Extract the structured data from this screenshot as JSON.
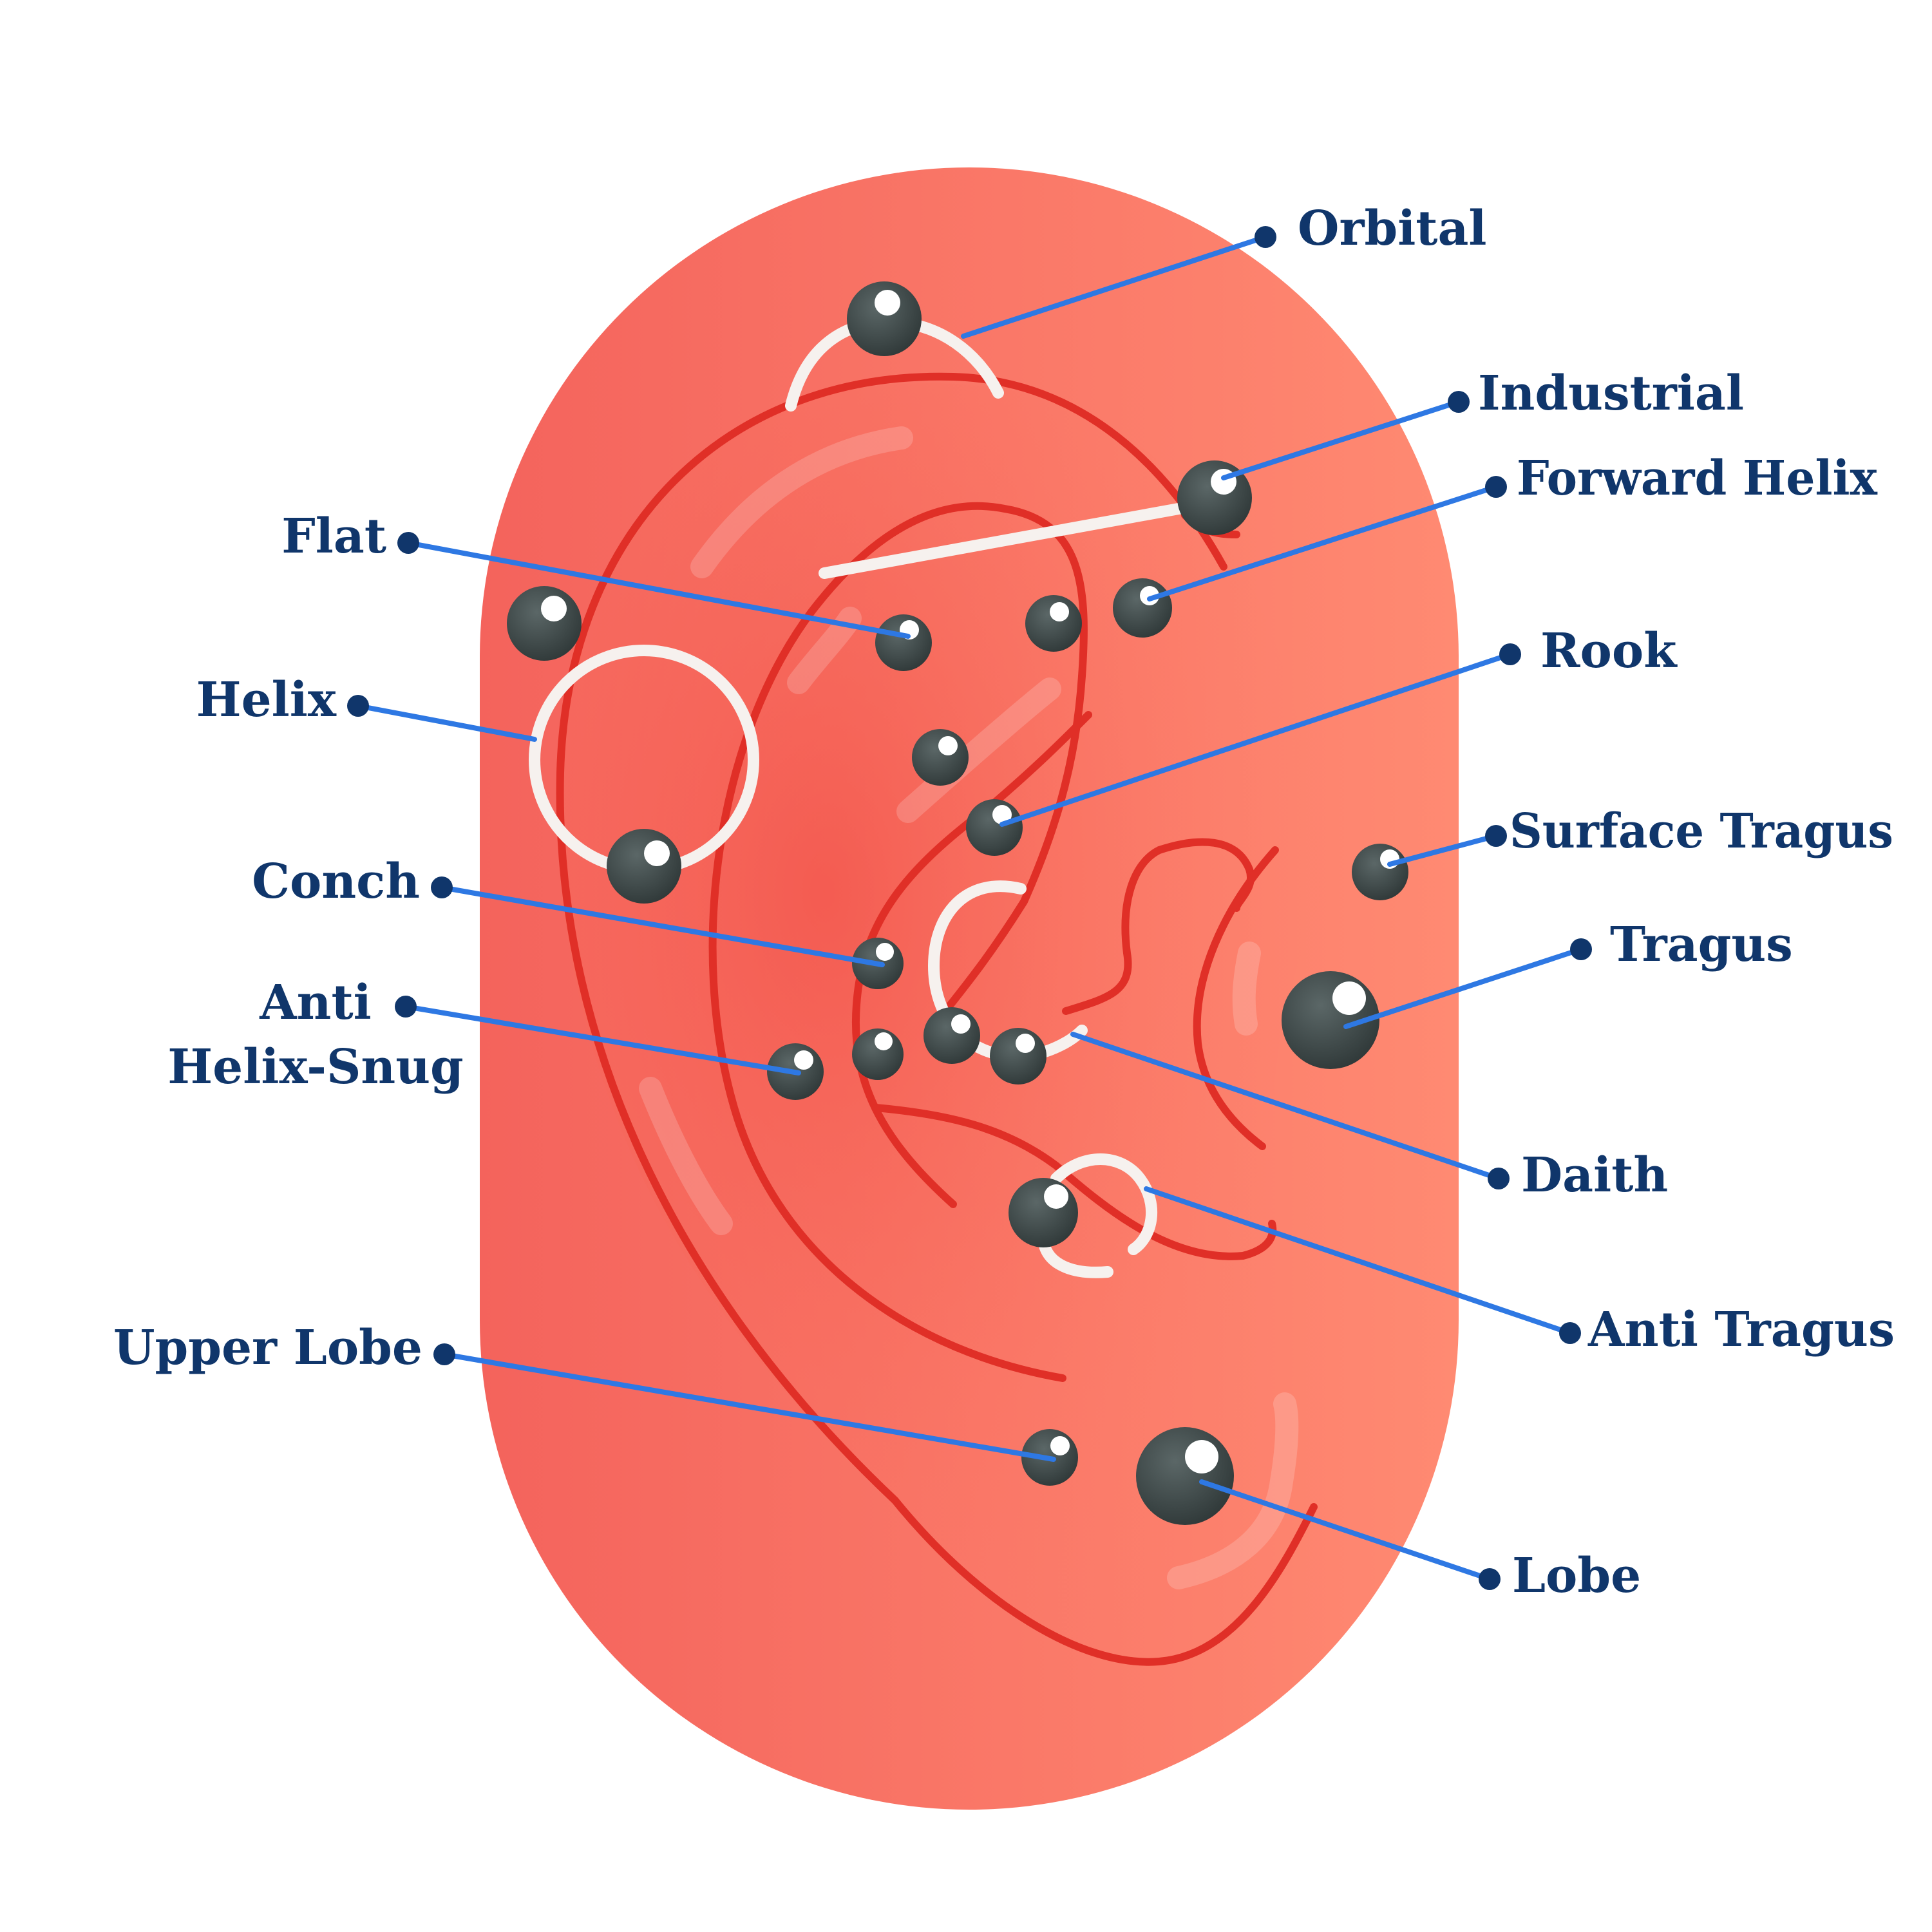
{
  "colors": {
    "background": "#ffffff",
    "skin_left": "#f4635c",
    "skin_right": "#ff8a72",
    "ear_outline": "#e02f27",
    "jewelry_ball": "#414c4c",
    "jewelry_highlight": "#ffffff",
    "ring": "#f6f1ee",
    "leader_line": "#2e78e3",
    "label_text": "#10366b"
  },
  "labels": {
    "orbital": "Orbital",
    "industrial": "Industrial",
    "forward_helix": "Forward Helix",
    "flat": "Flat",
    "helix": "Helix",
    "rook": "Rook",
    "surface_tragus": "Surface Tragus",
    "conch": "Conch",
    "tragus": "Tragus",
    "anti_helix_snug_line1": "Anti",
    "anti_helix_snug_line2": "Helix-Snug",
    "daith": "Daith",
    "anti_tragus": "Anti Tragus",
    "upper_lobe": "Upper Lobe",
    "lobe": "Lobe"
  }
}
